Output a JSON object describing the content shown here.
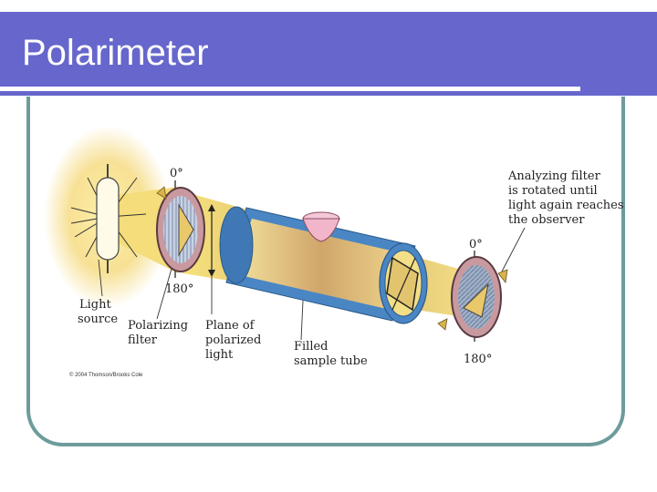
{
  "slide": {
    "title": "Polarimeter"
  },
  "diagram": {
    "light_source": [
      "Light",
      "source"
    ],
    "polarizing_filter": [
      "Polarizing",
      "filter"
    ],
    "plane_of_polarized_light": [
      "Plane of",
      "polarized",
      "light"
    ],
    "filled_sample_tube": [
      "Filled",
      "sample tube"
    ],
    "analyzing_filter": [
      "Analyzing filter",
      "is rotated until",
      "light again reaches",
      "the observer"
    ],
    "angle_0_first": "0°",
    "angle_180_first": "180°",
    "angle_0_second": "0°",
    "angle_180_second": "180°",
    "copyright": "© 2004 Thomson/Brooks Cole"
  }
}
